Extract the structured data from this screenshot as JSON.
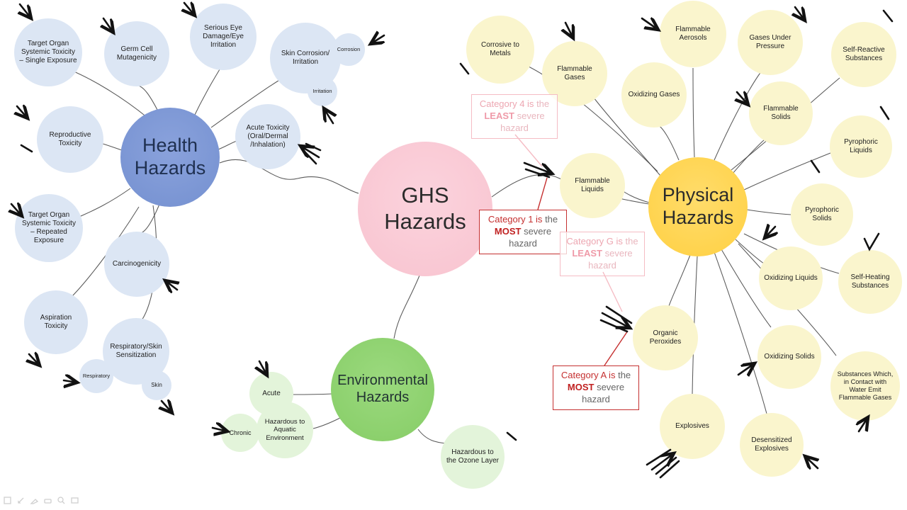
{
  "center": {
    "label": "GHS Hazards"
  },
  "health": {
    "hub_label": "Health Hazards",
    "nodes": [
      "Target Organ Systemic Toxicity – Single Exposure",
      "Germ Cell Mutagenicity",
      "Serious Eye Damage/Eye Irritation",
      "Skin Corrosion/ Irritation",
      "Acute Toxicity (Oral/Dermal /Inhalation)",
      "Reproductive Toxicity",
      "Target Organ Systemic Toxicity – Repeated Exposure",
      "Carcinogenicity",
      "Aspiration Toxicity",
      "Respiratory/Skin Sensitization"
    ],
    "satellites": [
      "Corrosion",
      "Irritation",
      "Respiratory",
      "Skin"
    ]
  },
  "physical": {
    "hub_label": "Physical Hazards",
    "nodes": [
      "Corrosive to Metals",
      "Flammable Gases",
      "Flammable Aerosols",
      "Gases Under Pressure",
      "Self-Reactive Substances",
      "Oxidizing Gases",
      "Flammable Solids",
      "Pyrophoric Liquids",
      "Flammable Liquids",
      "Pyrophoric Solids",
      "Oxidizing Liquids",
      "Self-Heating Substances",
      "Organic Peroxides",
      "Oxidizing Solids",
      "Substances Which, in Contact with Water Emit Flammable Gases",
      "Explosives",
      "Desensitized Explosives"
    ]
  },
  "environmental": {
    "hub_label": "Environmental Hazards",
    "nodes": [
      "Acute",
      "Chronic",
      "Hazardous to Aquatic Environment",
      "Hazardous to the Ozone Layer"
    ]
  },
  "callouts": [
    {
      "lead": "Category 4 is",
      "mid": "the",
      "em": "LEAST",
      "tail": "severe hazard",
      "style": "faded"
    },
    {
      "lead": "Category 1 is",
      "mid": "the",
      "em": "MOST",
      "tail": "severe hazard",
      "style": "solid"
    },
    {
      "lead": "Category G is",
      "mid": "the",
      "em": "LEAST",
      "tail": "severe hazard",
      "style": "faded"
    },
    {
      "lead": "Category A is",
      "mid": "the",
      "em": "MOST",
      "tail": "severe hazard",
      "style": "solid"
    }
  ],
  "colors": {
    "center": "#f8c3cf",
    "health_hub": "#7490d0",
    "health_node": "#dce6f4",
    "physical_hub": "#ffd042",
    "physical_node": "#faf5cd",
    "env_hub": "#86cd66",
    "env_node": "#e3f4da",
    "callout_accent": "#c53030",
    "callout_faded": "#f5bcc4",
    "annotation_ink": "#121212"
  },
  "toolbar": {
    "icons": [
      "frame-icon",
      "pen-icon",
      "marker-icon",
      "eraser-icon",
      "zoom-icon",
      "shape-icon"
    ]
  }
}
